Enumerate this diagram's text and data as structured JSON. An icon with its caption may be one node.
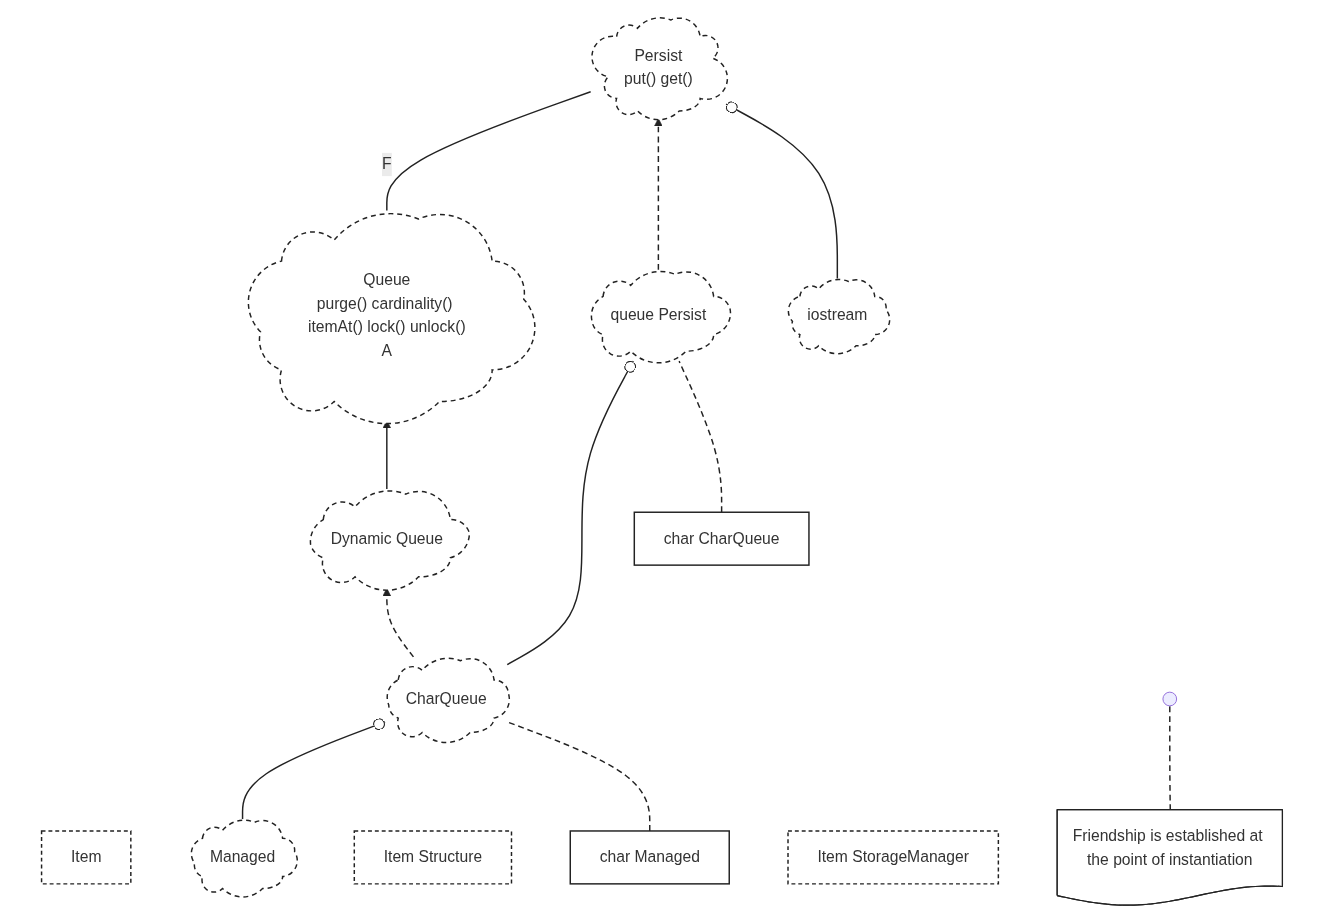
{
  "diagram": {
    "nodes": [
      {
        "text": [
          "Queue",
          "purge() cardinality() itemAt() lock() unlock()",
          "A"
        ]
      },
      {
        "text": [
          "Item"
        ]
      },
      {
        "text": [
          "Friendship is established at the point of instantiation"
        ]
      },
      {
        "text": [
          "Persist",
          "put() get()"
        ]
      },
      {
        "text": [
          "Item Structure"
        ]
      },
      {
        "text": [
          "iostream"
        ]
      },
      {
        "text": [
          "Managed"
        ]
      },
      {
        "text": [
          "Dynamic Queue"
        ]
      },
      {
        "text": [
          "Item StorageManager"
        ]
      },
      {
        "text": [
          "CharQueue"
        ]
      },
      {
        "text": [
          "char Managed"
        ]
      },
      {
        "text": [
          "queue Persist"
        ]
      },
      {
        "text": [
          "char CharQueue"
        ]
      }
    ],
    "edges": [
      {
        "from": 0,
        "to": 3,
        "arrow": "none",
        "label": "F"
      },
      {
        "from": 2,
        "to": null,
        "arrow": "none",
        "style": "dashed"
      },
      {
        "from": 7,
        "to": 0,
        "arrow": "to"
      },
      {
        "from": 9,
        "to": 7,
        "arrow": "to",
        "style": "dashed"
      },
      {
        "from": 11,
        "to": 3,
        "arrow": "to",
        "style": "dashed"
      },
      {
        "from": 5,
        "to": 3,
        "arrow": "other"
      },
      {
        "from": 6,
        "to": 9,
        "arrow": "other"
      },
      {
        "from": 9,
        "to": 11,
        "arrow": "other"
      },
      {
        "from": 10,
        "to": 9,
        "arrow": "none",
        "style": "dashed"
      },
      {
        "from": 12,
        "to": 11,
        "arrow": "none",
        "style": "dashed"
      }
    ]
  }
}
